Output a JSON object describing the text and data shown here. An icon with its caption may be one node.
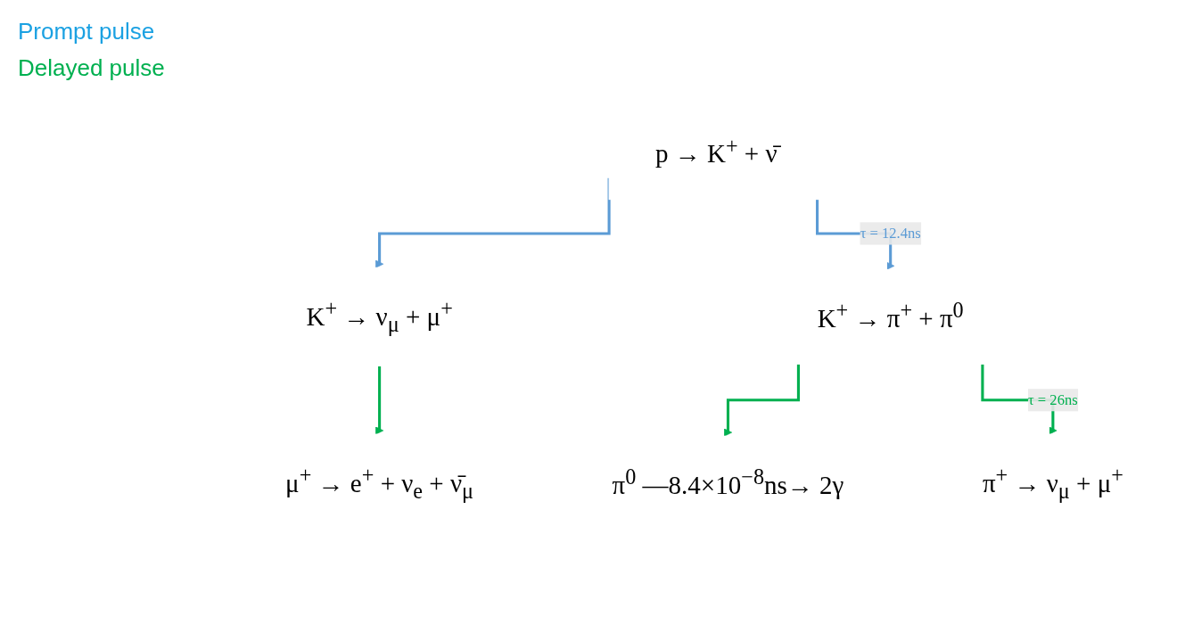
{
  "diagram": {
    "nodes": [
      {
        "text": [
          "p → K$^{+}$ + ν̄"
        ]
      },
      {
        "text": [
          "K$^{+}$ → ν$_{μ}$ + μ$^{+}$"
        ]
      },
      {
        "text": [
          "μ$^{+}$ → e$^{+}$ + ν$_{e}$ + ν̄$_{μ}$"
        ]
      },
      {
        "text": [
          "K$^{+}$ → π$^{+}$ + π$^{0}$"
        ]
      },
      {
        "text": [
          "π$^{0}$ —8.4×10$^{−8}$ns→ 2γ"
        ]
      },
      {
        "text": [
          "π$^{+}$ → ν$_{μ}$ + μ$^{+}$"
        ]
      }
    ],
    "edges": [
      {
        "from": 0,
        "to": 1,
        "arrow": "to",
        "color": "#5b9bd5"
      },
      {
        "from": 0,
        "to": 3,
        "arrow": "to",
        "label": "τ = 12.4ns",
        "color": "#5b9bd5"
      },
      {
        "from": 1,
        "to": 2,
        "arrow": "to"
      },
      {
        "from": 3,
        "to": 4,
        "arrow": "to"
      },
      {
        "from": 3,
        "to": 5,
        "arrow": "to",
        "label": "τ = 26ns"
      }
    ],
    "labels": [
      "Prompt pulse",
      "Delayed pulse"
    ]
  }
}
